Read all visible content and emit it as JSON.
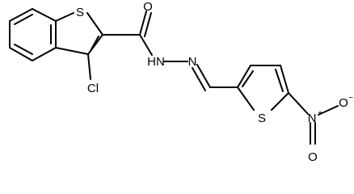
{
  "molecule": {
    "labels": {
      "s_thiophene_fused": "S",
      "o_carbonyl": "O",
      "nh": "HN",
      "n_imine": "N",
      "cl": "Cl",
      "s_thiophene_nitro": "S",
      "n_nitro": "N",
      "n_nitro_charge": "+",
      "o_nitro_top": "O",
      "o_nitro_top_charge": "−",
      "o_nitro_bottom": "O"
    },
    "colors": {
      "bond": "#000000",
      "text": "#000000",
      "background": "#ffffff"
    }
  }
}
